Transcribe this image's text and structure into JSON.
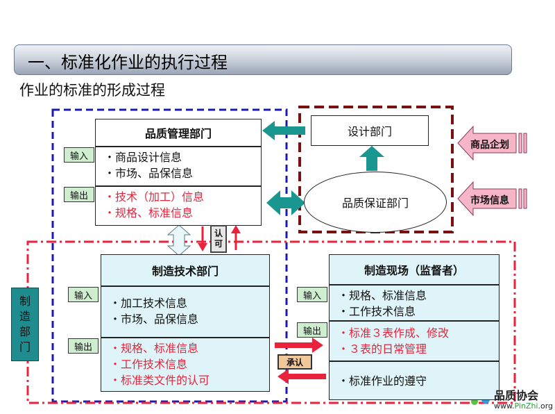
{
  "title": "一、标准化作业的执行过程",
  "subtitle": "作业的标准的形成过程",
  "quality_mgmt": {
    "header": "品质管理部门",
    "input_tag": "输入",
    "input_lines": [
      "・商品设计信息",
      "・市场、品保信息"
    ],
    "output_tag": "输出",
    "output_lines": [
      "・技术（加工）信息",
      "・规格、标准信息"
    ]
  },
  "design": {
    "header": "设计部门"
  },
  "qa": {
    "label": "品质保证部门"
  },
  "external_inputs": {
    "product_planning": "商品企划",
    "market_info": "市场信息"
  },
  "approval_small": {
    "line1": "认",
    "line2": "可"
  },
  "mfg_tech": {
    "header": "制造技术部门",
    "input_tag": "输入",
    "input_lines": [
      "・加工技术信息",
      "・市场、品保信息"
    ],
    "output_tag": "输出",
    "output_lines": [
      "・规格、标准信息",
      "・工作技术信息",
      "・标准类文件的认可"
    ]
  },
  "mfg_site": {
    "header": "制造现场（监督者）",
    "input_tag": "输入",
    "input_lines": [
      "・规格、标准信息",
      "・工作技术信息"
    ],
    "output_tag": "输出",
    "output_lines": [
      "・标准３表作成、修改",
      "・３表的日常管理"
    ],
    "bottom_lines": [
      "・标准作业的遵守"
    ]
  },
  "approval_big": "承认",
  "mfg_dept": {
    "c1": "制",
    "c2": "造",
    "c3": "部",
    "c4": "门"
  },
  "logo": {
    "name": "品质协会",
    "url_prefix": "www.",
    "url_brand": "PinZhi",
    "url_suffix": ".org"
  },
  "colors": {
    "teal": "#1a9690",
    "red": "#e8233b",
    "blue_dash": "#1a1ab0",
    "dark_red": "#7a1010",
    "pink": "#f7b5c8"
  }
}
